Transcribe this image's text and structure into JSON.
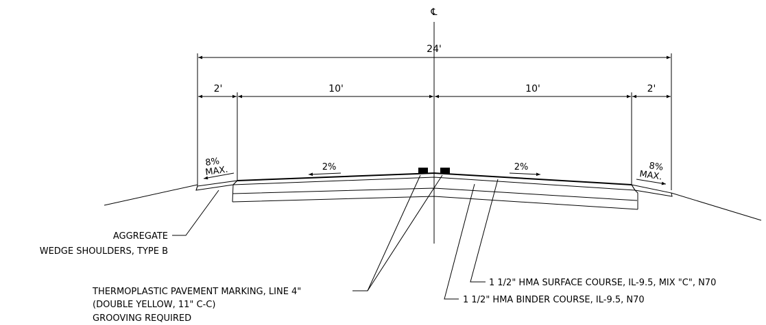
{
  "centerline_symbol": "℄",
  "dimensions": {
    "overall": "24'",
    "left_shoulder": "2'",
    "left_lane": "10'",
    "right_lane": "10'",
    "right_shoulder": "2'"
  },
  "slopes": {
    "left_shoulder_pct": "8%",
    "left_shoulder_max": "MAX.",
    "left_lane": "2%",
    "right_lane": "2%",
    "right_shoulder_pct": "8%",
    "right_shoulder_max": "MAX."
  },
  "callouts": {
    "aggregate_line1": "AGGREGATE",
    "aggregate_line2": "WEDGE SHOULDERS, TYPE B",
    "marking_line1": "THERMOPLASTIC PAVEMENT MARKING, LINE 4\"",
    "marking_line2": "(DOUBLE YELLOW, 11\" C-C)",
    "marking_line3": "GROOVING REQUIRED",
    "surface_course": "1 1/2\" HMA SURFACE COURSE, IL-9.5, MIX \"C\", N70",
    "binder_course": "1 1/2\" HMA BINDER COURSE, IL-9.5, N70"
  }
}
